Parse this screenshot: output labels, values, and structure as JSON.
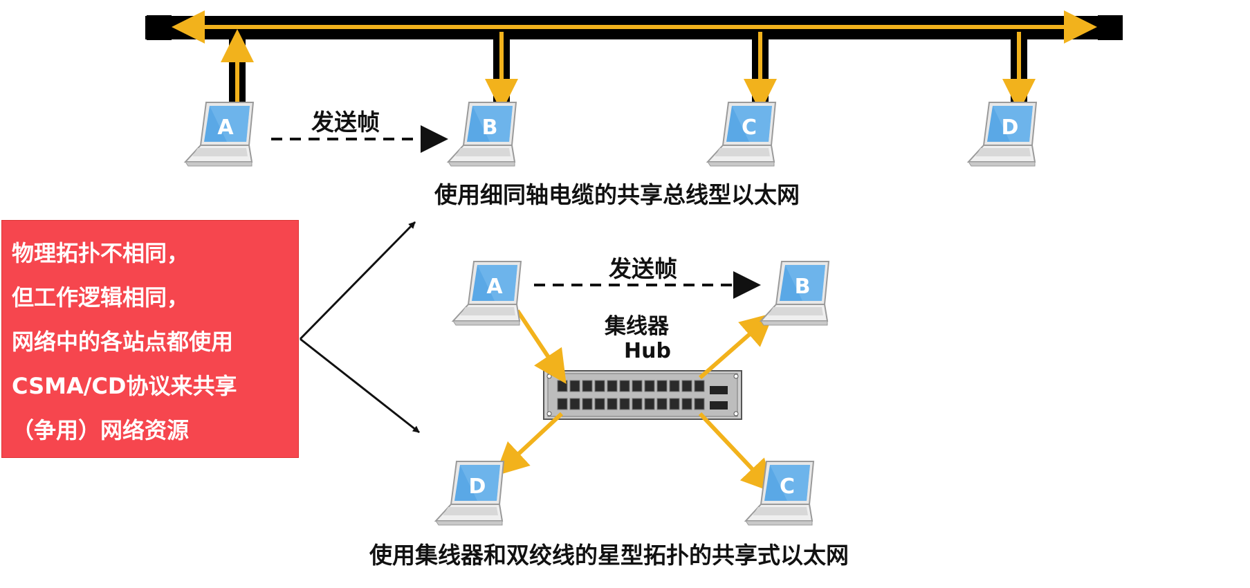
{
  "bus_diagram": {
    "send_label": "发送帧",
    "caption": "使用细同轴电缆的共享总线型以太网",
    "stations": [
      "A",
      "B",
      "C",
      "D"
    ]
  },
  "star_diagram": {
    "send_label": "发送帧",
    "hub_name": "集线器",
    "hub_english": "Hub",
    "caption": "使用集线器和双绞线的星型拓扑的共享式以太网",
    "stations": [
      "A",
      "B",
      "C",
      "D"
    ]
  },
  "note_box": {
    "lines": [
      "物理拓扑不相同，",
      "但工作逻辑相同，",
      "网络中的各站点都使用",
      "CSMA/CD协议来共享",
      "（争用）网络资源"
    ]
  },
  "colors": {
    "signal": "#f2b21c",
    "cable": "#000000",
    "note_box": "#f6464e",
    "laptop_screen": "#5aa8e6"
  }
}
